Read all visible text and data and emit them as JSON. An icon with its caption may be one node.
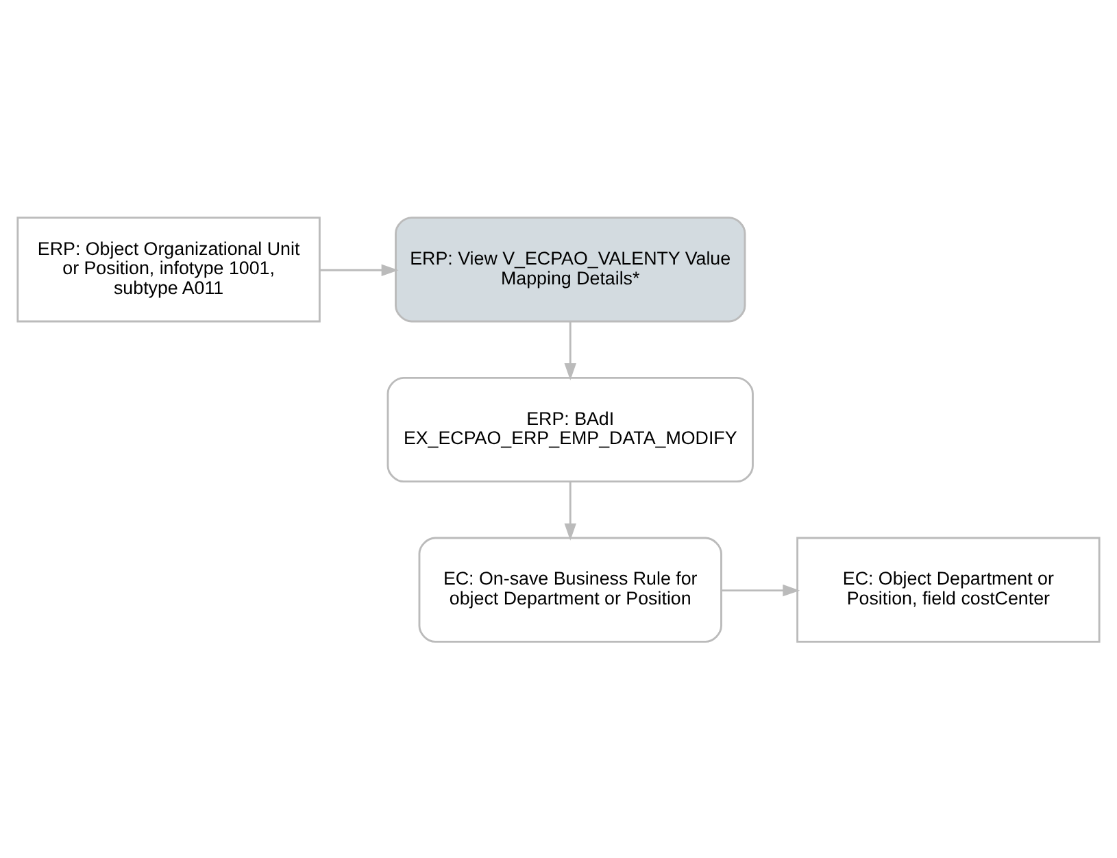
{
  "diagram": {
    "nodes": [
      {
        "text": [
          "ERP: Object Organizational Unit or Position, infotype 1001, subtype A011"
        ]
      },
      {
        "text": [
          "ERP: View V_ECPAO_VALENTY Value Mapping Details*"
        ]
      },
      {
        "text": [
          "ERP: BAdI EX_ECPAO_ERP_EMP_DATA_MODIFY"
        ]
      },
      {
        "text": [
          "EC: On-save Business Rule for object Department or Position"
        ]
      },
      {
        "text": [
          "EC: Object Department or Position, field costCenter"
        ]
      }
    ],
    "edges": [
      {
        "from": 0,
        "to": 1,
        "arrow": "to"
      },
      {
        "from": 1,
        "to": 2,
        "arrow": "to"
      },
      {
        "from": 2,
        "to": 3,
        "arrow": "to"
      },
      {
        "from": 3,
        "to": 4,
        "arrow": "to"
      }
    ]
  }
}
